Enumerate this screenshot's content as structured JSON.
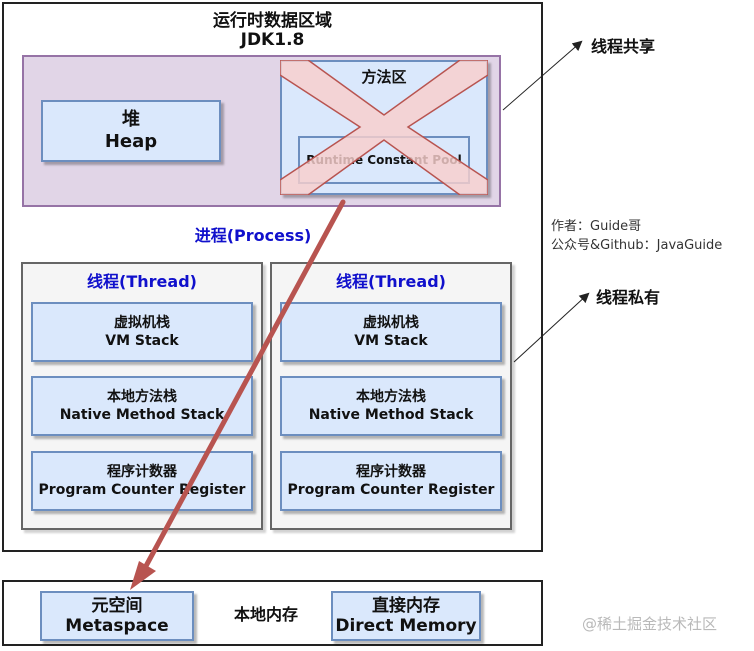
{
  "runtime_area": {
    "title": "运行时数据区域",
    "version": "JDK1.8"
  },
  "heap": {
    "title_cn": "堆",
    "title_en": "Heap"
  },
  "method_area": {
    "title_cn": "方法区",
    "title_en": "",
    "constant_pool": "Runtime Constant Pool"
  },
  "process": {
    "label": "进程(Process)"
  },
  "threads": [
    {
      "title": "线程(Thread)",
      "vm_stack": {
        "cn": "虚拟机栈",
        "en": "VM Stack"
      },
      "native_stack": {
        "cn": "本地方法栈",
        "en": "Native Method Stack"
      },
      "pc_register": {
        "cn": "程序计数器",
        "en": "Program Counter Register"
      }
    },
    {
      "title": "线程(Thread)",
      "vm_stack": {
        "cn": "虚拟机栈",
        "en": "VM Stack"
      },
      "native_stack": {
        "cn": "本地方法栈",
        "en": "Native Method Stack"
      },
      "pc_register": {
        "cn": "程序计数器",
        "en": "Program Counter Register"
      }
    }
  ],
  "native_memory": {
    "label": "本地内存",
    "metaspace": {
      "cn": "元空间",
      "en": "Metaspace"
    },
    "direct_memory": {
      "cn": "直接内存",
      "en": "Direct Memory"
    }
  },
  "side": {
    "shared": "线程共享",
    "private": "线程私有",
    "author": "作者：Guide哥",
    "github": "公众号&Github：JavaGuide"
  },
  "watermark": "@稀土掘金技术社区",
  "colors": {
    "shared_fill": "#e1d5e7",
    "shared_border": "#9673a6",
    "box_fill": "#dae8fc",
    "box_border": "#6c8ebf",
    "cross_fill": "#f8cecc",
    "cross_border": "#b85450",
    "arrow": "#b85450",
    "thread_title": "#1010cc"
  },
  "icons": {
    "crossed_out": "x-mark-icon",
    "move_arrow": "arrow-icon"
  }
}
